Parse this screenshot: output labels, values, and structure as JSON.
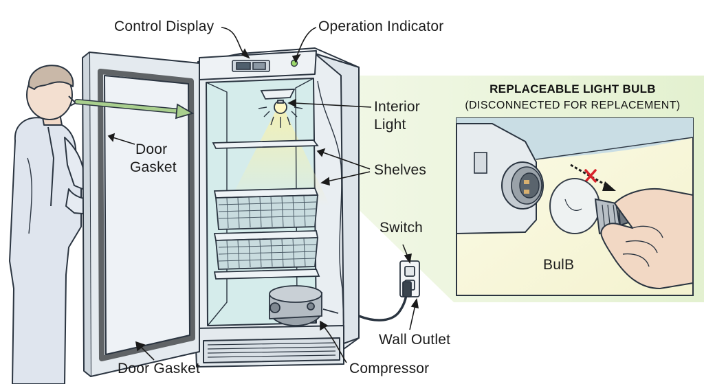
{
  "labels": {
    "control_display": "Control Display",
    "operation_indicator": "Operation Indicator",
    "interior_light": "Interior",
    "interior_light_2": "Light",
    "door_gasket_upper_1": "Door",
    "door_gasket_upper_2": "Gasket",
    "shelves": "Shelves",
    "switch": "Switch",
    "wall_outlet": "Wall Outlet",
    "compressor": "Compressor",
    "door_gasket_lower": "Door Gasket",
    "bulb": "BulB"
  },
  "inset": {
    "title": "REPLACEABLE LIGHT BULB",
    "subtitle": "(DISCONNECTED FOR REPLACEMENT)"
  },
  "colors": {
    "cabinet": "#e8eef2",
    "interior": "#d6ecea",
    "glow": "#f4f0b8",
    "gasket": "#6b6e70",
    "highlight_panel": "#e3f0c8",
    "arrow_green": "#a9c98f",
    "x_mark": "#d8222a"
  }
}
